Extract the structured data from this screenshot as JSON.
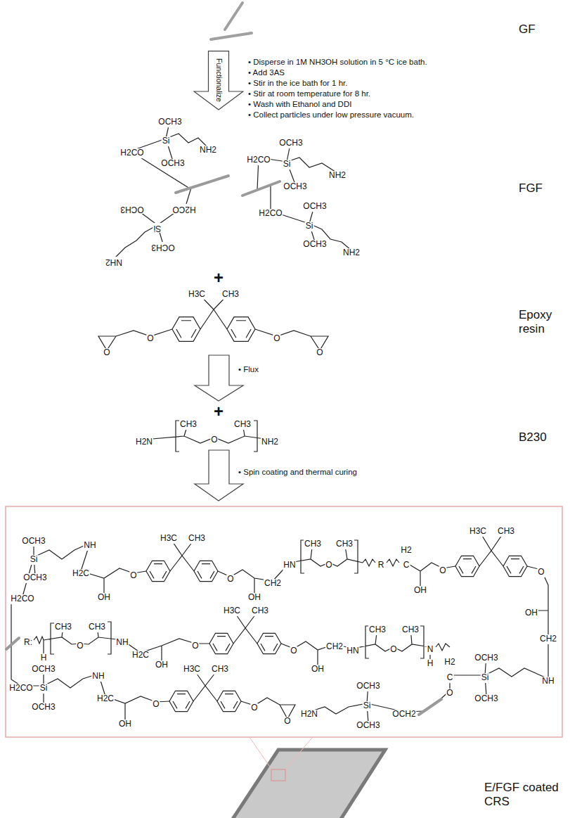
{
  "diagram": {
    "nodes": [
      {
        "text": [
          "Functionalize"
        ]
      }
    ],
    "labels": [
      "GF",
      "• Disperse in 1M NH3OH solution in 5 °C ice bath.",
      "• Add 3AS",
      "• Stir in the ice bath for 1 hr.",
      "• Stir at room temperature for 8 hr.",
      "• Wash with Ethanol and DDI",
      "• Collect particles under low pressure vacuum.",
      "OCH3",
      "Si",
      "H2CO",
      "NH2",
      "OCH3",
      "OCH3",
      "H2CO",
      "Si",
      "NH2",
      "OCH3",
      "OCH3",
      "H2CO",
      "Si",
      "OCH3",
      "NH2",
      "H2CO",
      "OCH3",
      "Si",
      "OCH3",
      "NH2",
      "FGF",
      "+",
      "H3C",
      "CH3",
      "O",
      "O",
      "O",
      "O",
      "Epoxy resin",
      "• Flux",
      "+",
      "H2N",
      "CH3",
      "O",
      "CH3",
      "NH2",
      "B230",
      "• Spin coating and thermal curing",
      "OCH3",
      "Si",
      "OCH3",
      "H2CO",
      "NH",
      "H2C",
      "OH",
      "O",
      "H3C",
      "CH3",
      "O",
      "OH",
      "CH2",
      "HN",
      "CH3",
      "O",
      "CH3",
      "R",
      "H2",
      "C",
      "OH",
      "O",
      "H3C",
      "CH3",
      "O",
      "OH",
      "CH2",
      "R:",
      "H",
      "CH3",
      "O",
      "CH3",
      "NH",
      "H2C",
      "OH",
      "O",
      "H3C",
      "CH3",
      "O",
      "OH",
      "CH2",
      "HN",
      "CH3",
      "O",
      "CH3",
      "N",
      "H",
      "OCH3",
      "H2CO",
      "Si",
      "OCH3",
      "NH",
      "H2C",
      "OH",
      "O",
      "H3C",
      "CH3",
      "O",
      "O",
      "H2N",
      "OCH3",
      "Si",
      "OCH3",
      "OCH2",
      "H2",
      "C",
      "O",
      "OCH3",
      "Si",
      "OCH3",
      "NH",
      "E/FGF coated CRS"
    ]
  }
}
